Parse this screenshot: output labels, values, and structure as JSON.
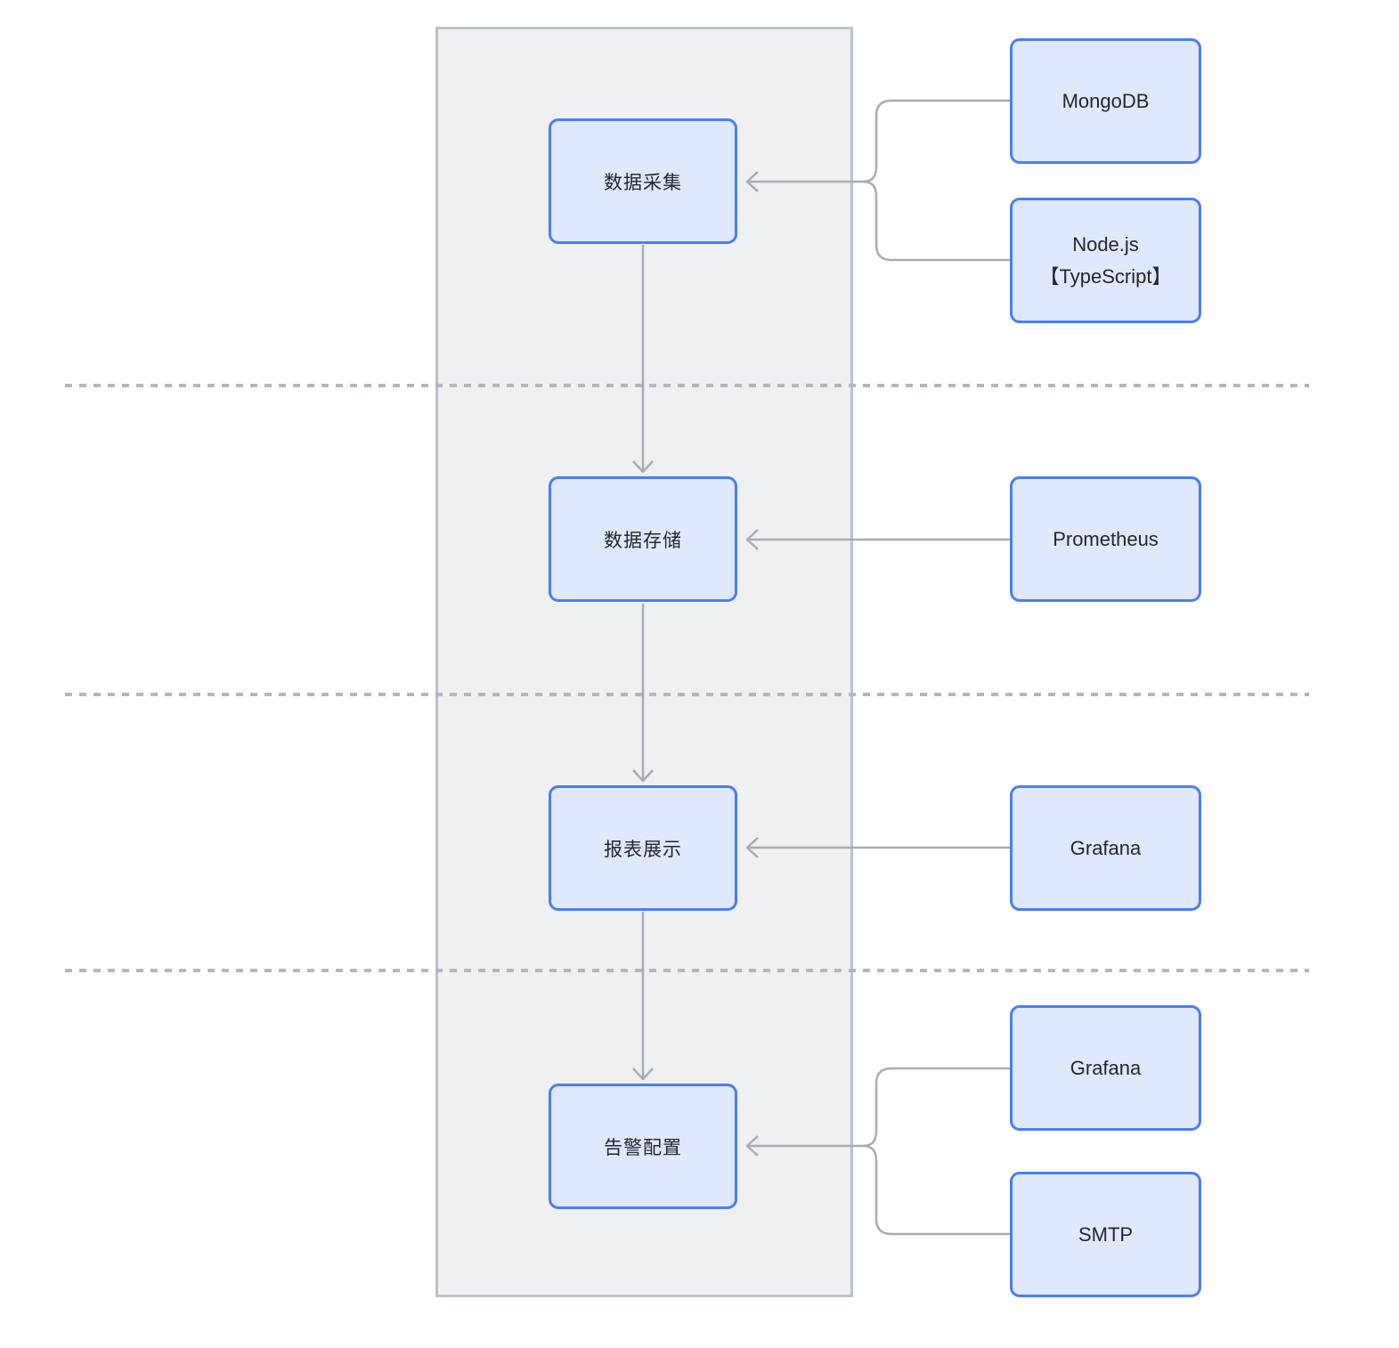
{
  "diagram": {
    "stages": [
      {
        "label": "数据采集"
      },
      {
        "label": "数据存储"
      },
      {
        "label": "报表展示"
      },
      {
        "label": "告警配置"
      }
    ],
    "technologies": [
      {
        "lines": [
          "MongoDB"
        ]
      },
      {
        "lines": [
          "Node.js",
          "【TypeScript】"
        ]
      },
      {
        "lines": [
          "Prometheus"
        ]
      },
      {
        "lines": [
          "Grafana"
        ]
      },
      {
        "lines": [
          "Grafana"
        ]
      },
      {
        "lines": [
          "SMTP"
        ]
      }
    ],
    "edges": [
      {
        "from": "MongoDB",
        "to": "数据采集"
      },
      {
        "from": "Node.js【TypeScript】",
        "to": "数据采集"
      },
      {
        "from": "数据采集",
        "to": "数据存储"
      },
      {
        "from": "Prometheus",
        "to": "数据存储"
      },
      {
        "from": "数据存储",
        "to": "报表展示"
      },
      {
        "from": "Grafana",
        "to": "报表展示"
      },
      {
        "from": "报表展示",
        "to": "告警配置"
      },
      {
        "from": "Grafana",
        "to": "告警配置"
      },
      {
        "from": "SMTP",
        "to": "告警配置"
      }
    ],
    "colors": {
      "node-fill": "#dfe8fd",
      "node-border": "#4b7ef0",
      "container-fill": "#eef0f2",
      "container-border": "#bcc1ca",
      "connector": "#a8adb5",
      "dashed-line": "#b2b7bf",
      "text": "#23272e"
    }
  }
}
